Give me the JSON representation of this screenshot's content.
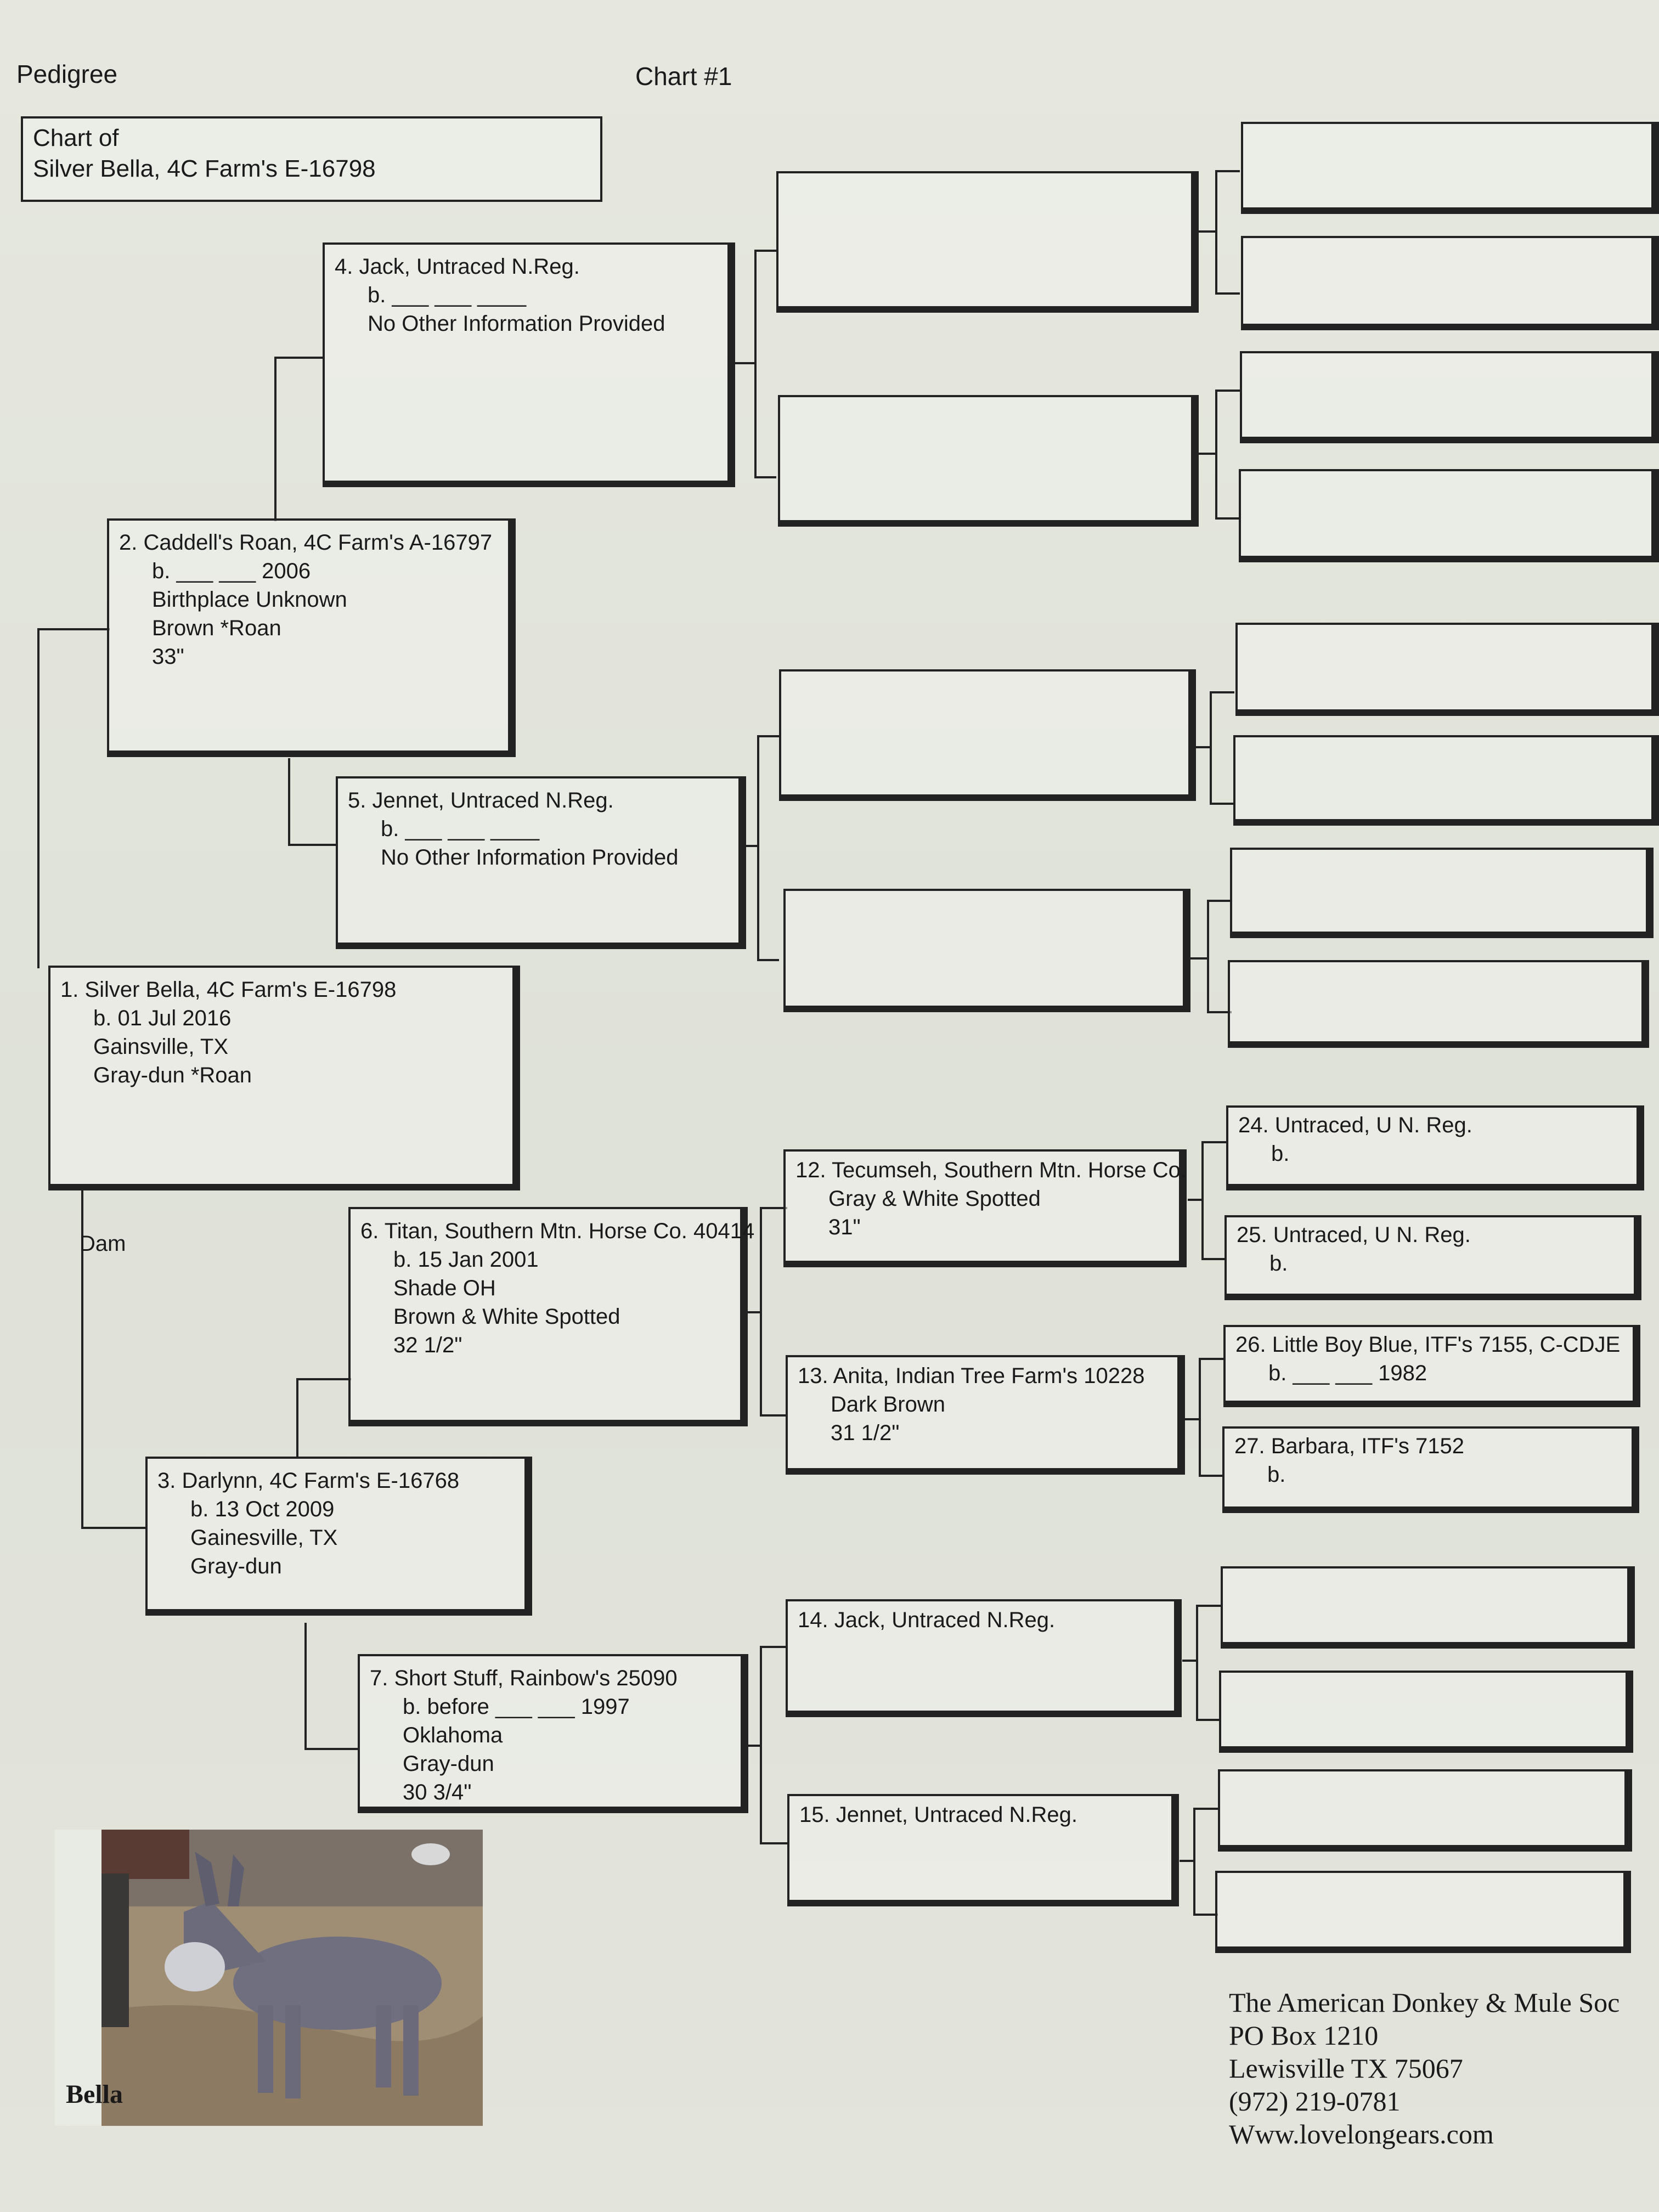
{
  "header": {
    "left": "Pedigree",
    "center": "Chart #1"
  },
  "chart_of": {
    "line1": "Chart of",
    "line2": "Silver Bella, 4C Farm's E-16798"
  },
  "dam_label": "Dam",
  "entries": {
    "e1": [
      "1. Silver Bella, 4C Farm's E-16798",
      "b. 01 Jul 2016",
      "Gainsville, TX",
      "Gray-dun *Roan"
    ],
    "e2": [
      "2. Caddell's Roan, 4C Farm's A-16797",
      "b. ___ ___ 2006",
      "Birthplace Unknown",
      "Brown *Roan",
      "33\""
    ],
    "e3": [
      "3. Darlynn, 4C Farm's E-16768",
      "b. 13 Oct 2009",
      "Gainesville, TX",
      "Gray-dun"
    ],
    "e4": [
      "4. Jack, Untraced N.Reg.",
      "b. ___ ___ ____",
      "No Other Information Provided"
    ],
    "e5": [
      "5. Jennet, Untraced N.Reg.",
      "b. ___ ___ ____",
      "No Other Information Provided"
    ],
    "e6": [
      "6. Titan, Southern Mtn. Horse Co. 40414",
      "b. 15 Jan 2001",
      "Shade OH",
      "Brown & White Spotted",
      "32 1/2\""
    ],
    "e7": [
      "7. Short Stuff, Rainbow's 25090",
      "b. before ___ ___ 1997",
      "Oklahoma",
      "Gray-dun",
      "30 3/4\""
    ],
    "e12": [
      "12. Tecumseh, Southern Mtn. Horse Co.",
      "Gray & White Spotted",
      "31\""
    ],
    "e13": [
      "13. Anita, Indian Tree Farm's 10228",
      "Dark Brown",
      "31 1/2\""
    ],
    "e14": [
      "14. Jack, Untraced N.Reg."
    ],
    "e15": [
      "15. Jennet, Untraced N.Reg."
    ],
    "e24": [
      "24. Untraced, U N. Reg.",
      "b."
    ],
    "e25": [
      "25. Untraced, U N. Reg.",
      "b."
    ],
    "e26": [
      "26. Little Boy Blue, ITF's 7155, C-CDJE",
      "b. ___ ___ 1982"
    ],
    "e27": [
      "27. Barbara, ITF's 7152",
      "b."
    ]
  },
  "photo_caption": "Bella",
  "address": [
    "The American Donkey & Mule Soc",
    "PO Box 1210",
    "Lewisville TX 75067",
    "(972) 219-0781",
    "Www.lovelongears.com"
  ]
}
